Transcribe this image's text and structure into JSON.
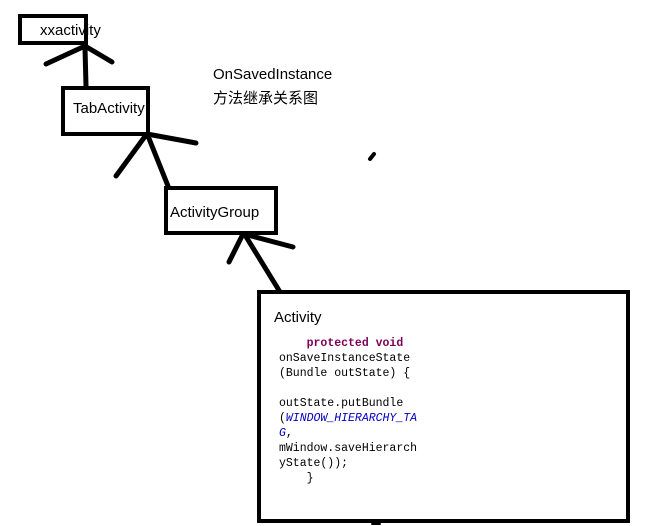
{
  "nodes": {
    "xxactivity": {
      "label": "xxactivity"
    },
    "tab_activity": {
      "label": "TabActivity"
    },
    "activity_group": {
      "label": "ActivityGroup"
    },
    "activity": {
      "label": "Activity",
      "code": {
        "indent1": "    ",
        "kw_protected_void": "protected void",
        "line_method": "onSaveInstanceState",
        "line_params": "(Bundle outState) {",
        "line_blank": "",
        "line_call": "outState.putBundle",
        "paren_open": "(",
        "const_part1": "WINDOW_HIERARCHY_TA",
        "const_part2": "G",
        "comma": ",",
        "line_mwindow": "mWindow.saveHierarch",
        "line_state": "yState());",
        "indent2": "    ",
        "closing_brace": "}"
      }
    }
  },
  "note": {
    "line1": "OnSavedInstance",
    "line2": "方法继承关系图"
  },
  "colors": {
    "stroke": "#000000",
    "background": "#ffffff",
    "keyword": "#7f0055",
    "constant": "#0000c0"
  }
}
